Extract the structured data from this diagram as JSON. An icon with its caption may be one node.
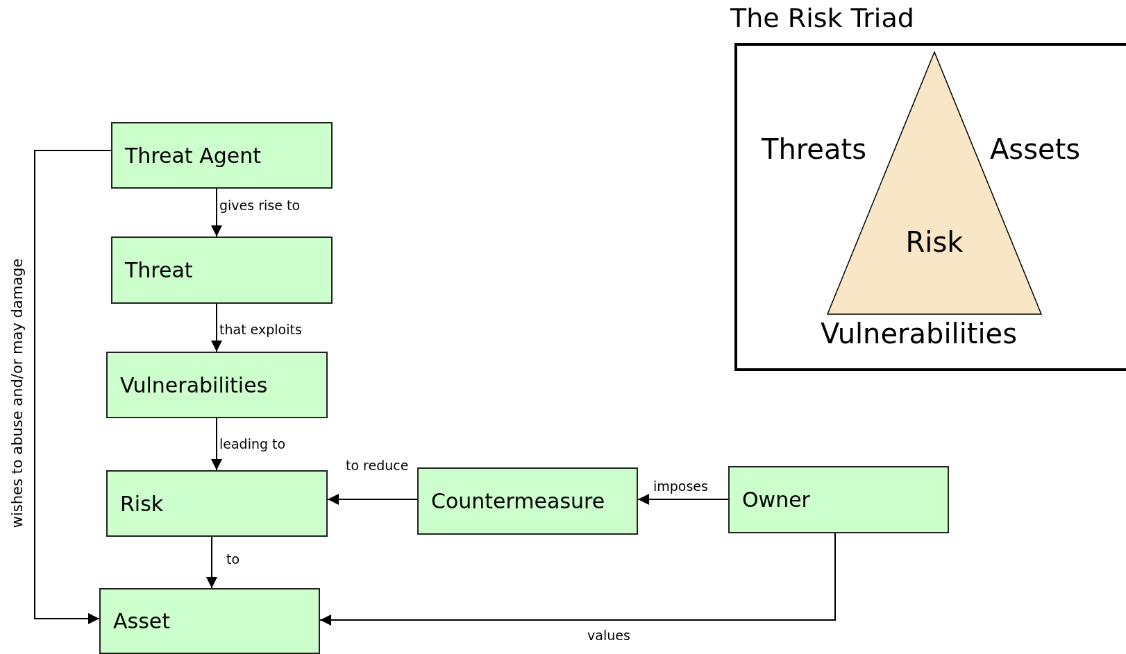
{
  "diagram": {
    "nodes": [
      {
        "text": [
          "Threat Agent"
        ]
      },
      {
        "text": [
          "Threat"
        ]
      },
      {
        "text": [
          "Vulnerabilities"
        ]
      },
      {
        "text": [
          "Risk"
        ]
      },
      {
        "text": [
          "Countermeasure"
        ]
      },
      {
        "text": [
          "Owner"
        ]
      },
      {
        "text": [
          "Asset"
        ]
      },
      {
        "text": [
          "The Risk Triad"
        ]
      },
      {
        "text": [
          "Risk"
        ],
        "beside": [
          "Threats",
          "Assets",
          "Vulnerabilities"
        ],
        "in": 7
      }
    ],
    "edges": [
      {
        "from": 0,
        "to": 1,
        "arrow": "to",
        "label": "gives rise to"
      },
      {
        "from": 1,
        "to": 2,
        "arrow": "to",
        "label": "that exploits"
      },
      {
        "from": 2,
        "to": 3,
        "arrow": "to",
        "label": "leading to"
      },
      {
        "from": 4,
        "to": 3,
        "arrow": "to",
        "label": "to reduce"
      },
      {
        "from": 5,
        "to": 4,
        "arrow": "to",
        "label": "imposes"
      },
      {
        "from": 3,
        "to": 6,
        "arrow": "to",
        "label": "to"
      },
      {
        "from": 5,
        "to": 6,
        "arrow": "to",
        "label": "values"
      },
      {
        "from": 0,
        "to": 6,
        "arrow": "to",
        "label": "wishes to abuse and/or may damage"
      }
    ]
  }
}
